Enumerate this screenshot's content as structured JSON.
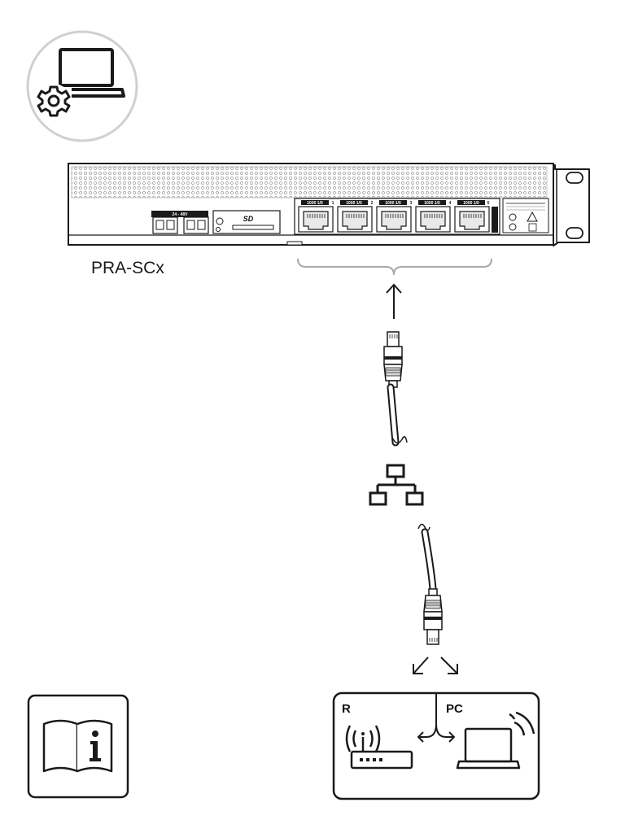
{
  "device": {
    "label": "PRA-SCx",
    "power_label": "24 - 48V",
    "sd_label": "SD",
    "ports": [
      {
        "number": "1",
        "tag": "1000 1/0"
      },
      {
        "number": "2",
        "tag": "1000 1/0"
      },
      {
        "number": "3",
        "tag": "1000 1/0"
      },
      {
        "number": "4",
        "tag": "1000 1/0"
      },
      {
        "number": "5",
        "tag": "1000 1/0"
      }
    ]
  },
  "endpoints": {
    "router_label": "R",
    "pc_label": "PC"
  },
  "icons": {
    "config": "laptop-settings-icon",
    "network": "network-icon",
    "manual": "manual-info-icon",
    "router": "wifi-router-icon",
    "laptop": "wifi-laptop-icon"
  },
  "colors": {
    "stroke": "#1a1a1a",
    "circle": "#d0d0d0",
    "bracket": "#a8a8a8",
    "panel": "#f7f7f7"
  }
}
